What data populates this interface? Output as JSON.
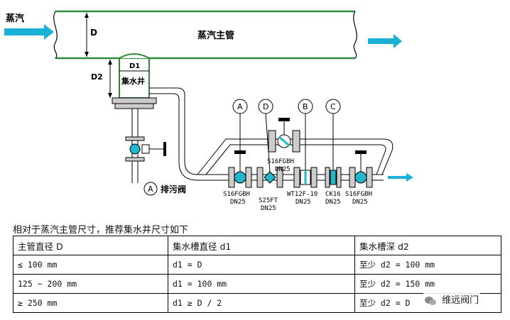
{
  "diagram": {
    "steam_label": "蒸汽",
    "main_pipe_label": "蒸汽主管",
    "dim_D": "D",
    "dim_D1": "D1",
    "dim_D2": "D2",
    "well_label": "集水井",
    "blowdown_label": "排污阀",
    "marker_A": "A",
    "marker_B": "B",
    "marker_C": "C",
    "marker_D": "D",
    "components": [
      {
        "model": "S16FGBH",
        "size": "DN25"
      },
      {
        "model": "S16FGBH",
        "size": "DN25"
      },
      {
        "model": "S25FT",
        "size": "DN25"
      },
      {
        "model": "WT12F-10",
        "size": "DN25"
      },
      {
        "model": "CK16",
        "size": "DN25"
      },
      {
        "model": "S16FGBH",
        "size": "DN25"
      }
    ],
    "colors": {
      "pipe": "#2e8b3a",
      "arrow": "#1bb0d6",
      "valve_accent": "#22b6c8"
    }
  },
  "caption": "相对于蒸汽主管尺寸，推荐集水井尺寸如下",
  "table": {
    "headers": [
      "主管直径 D",
      "集水槽直径 d1",
      "集水槽深 d2"
    ],
    "rows": [
      [
        "≤ 100 mm",
        "d1 = D",
        "至少 d2 = 100 mm"
      ],
      [
        "125 ~ 200 mm",
        "d1 = 100 mm",
        "至少 d2 = 150 mm"
      ],
      [
        "≥ 250 mm",
        "d1 ≥ D / 2",
        "至少 d2 = D"
      ]
    ]
  },
  "watermark": "维远阀门"
}
